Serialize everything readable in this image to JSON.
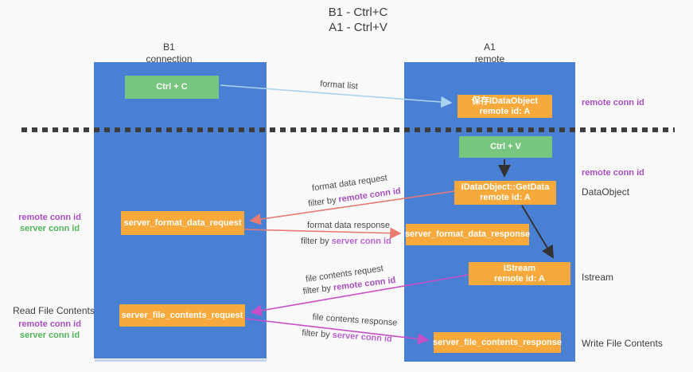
{
  "title": {
    "line1": "B1 - Ctrl+C",
    "line2": "A1 - Ctrl+V"
  },
  "lanes": {
    "left": {
      "name": "B1",
      "role": "connection"
    },
    "right": {
      "name": "A1",
      "role": "remote"
    }
  },
  "nodes": {
    "ctrl_c": "Ctrl + C",
    "ctrl_v": "Ctrl + V",
    "save_idataobject_line1": "保存IDataObject",
    "save_idataobject_line2": "remote id: A",
    "getdata_line1": "IDataObject::GetData",
    "getdata_line2": "remote id: A",
    "istream_line1": "IStream",
    "istream_line2": "remote id: A",
    "format_request": "server_format_data_request",
    "format_response": "server_format_data_response",
    "file_request": "server_file_contents_request",
    "file_response": "server_file_contents_response"
  },
  "arrow_labels": {
    "format_list": "format list",
    "format_data_request": "format data request",
    "format_data_response": "format data response",
    "file_contents_request": "file contents request",
    "file_contents_response": "file contents response",
    "filter_by": "filter by",
    "remote_conn_id": "remote conn id",
    "server_conn_id": "server conn id"
  },
  "side_labels": {
    "right_remote_conn_id_top": "remote conn id",
    "right_remote_conn_id_mid": "remote conn id",
    "dataobject": "DataObject",
    "istream": "Istream",
    "write_file_contents": "Write File Contents",
    "left_remote_conn_id_top": "remote conn id",
    "left_server_conn_id_top": "server conn id",
    "read_file_contents": "Read File Contents",
    "left_remote_conn_id_bottom": "remote conn id",
    "left_server_conn_id_bottom": "server conn id"
  },
  "colors": {
    "lane_blue": "#4a80d4",
    "box_green": "#77c57e",
    "box_orange": "#f8a93c",
    "arrow_light_blue": "#a9d3ee",
    "arrow_red": "#e87a72",
    "arrow_magenta": "#c94fc9",
    "arrow_black": "#333333",
    "text_purple": "#a74fbd",
    "text_green": "#52b35a"
  }
}
